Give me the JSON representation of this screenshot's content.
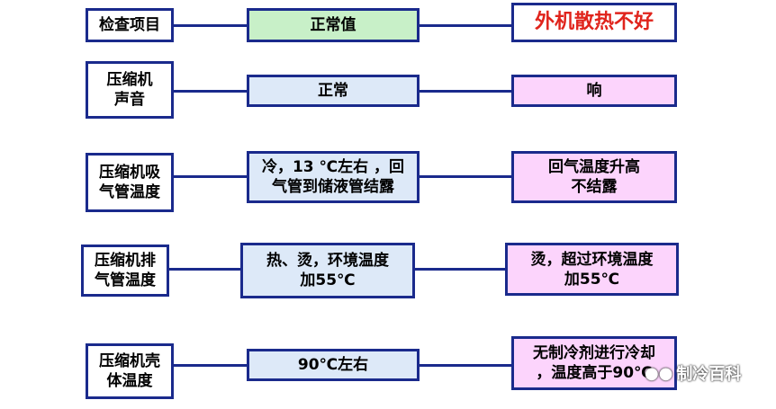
{
  "header": {
    "label": "检查项目",
    "normal": "正常值",
    "fault": "外机散热不好"
  },
  "rows": [
    {
      "label": "压缩机\n声音",
      "normal": "正常",
      "fault": "响"
    },
    {
      "label": "压缩机吸\n气管温度",
      "normal": "冷，13 ℃左右 ，回\n气管到储液管结露",
      "fault": "回气温度升高\n不结露"
    },
    {
      "label": "压缩机排\n气管温度",
      "normal": "热、烫，环境温度\n加55℃",
      "fault": "烫，超过环境温度\n加55℃"
    },
    {
      "label": "压缩机壳\n体温度",
      "normal": "90℃左右",
      "fault": "无制冷剂进行冷却\n，温度高于90℃"
    }
  ],
  "watermark": {
    "icon": "wechat-icon",
    "text": "制冷百科"
  },
  "colors": {
    "border": "#1a2a8c",
    "header_normal_fill": "#c8f0c8",
    "normal_fill": "#dde9f8",
    "fault_fill": "#fcd4fc",
    "header_fault_text": "#e0241c"
  }
}
